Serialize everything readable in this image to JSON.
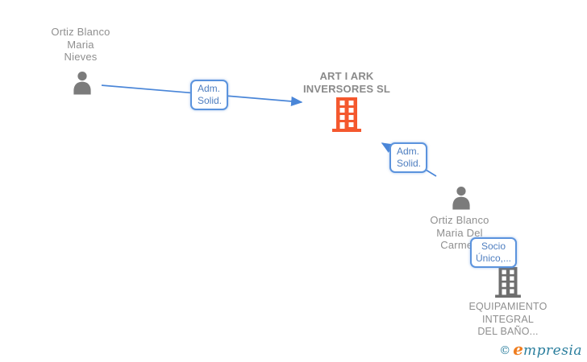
{
  "colors": {
    "arrow_blue": "#4a86d8",
    "box_border_blue": "#5b93dd",
    "box_text_blue": "#4e7ec0",
    "name_text_gray": "#8f8f8f",
    "main_building_orange": "#f4582e",
    "secondary_building_gray": "#6e6e6e",
    "person_icon_gray": "#7b7b7b",
    "logo_teal": "#2a7e9d",
    "logo_orange": "#ef7d1f"
  },
  "nodes": {
    "person1": {
      "lines": [
        "Ortiz Blanco",
        "Maria",
        "Nieves"
      ]
    },
    "main_company": {
      "lines": [
        "ART I ARK",
        "INVERSORES SL"
      ]
    },
    "person2": {
      "lines": [
        "Ortiz Blanco",
        "Maria Del",
        "Carmen"
      ]
    },
    "company2": {
      "lines": [
        "EQUIPAMIENTO",
        "INTEGRAL",
        "DEL BAÑO..."
      ]
    }
  },
  "edges": {
    "edge1": {
      "label_lines": [
        "Adm.",
        "Solid."
      ]
    },
    "edge2": {
      "label_lines": [
        "Adm.",
        "Solid."
      ]
    },
    "edge3": {
      "label_lines": [
        "Socio",
        "Único,..."
      ]
    }
  },
  "logo": {
    "copyright_symbol": "©",
    "brand_initial": "e",
    "brand_rest": "mpresia"
  }
}
